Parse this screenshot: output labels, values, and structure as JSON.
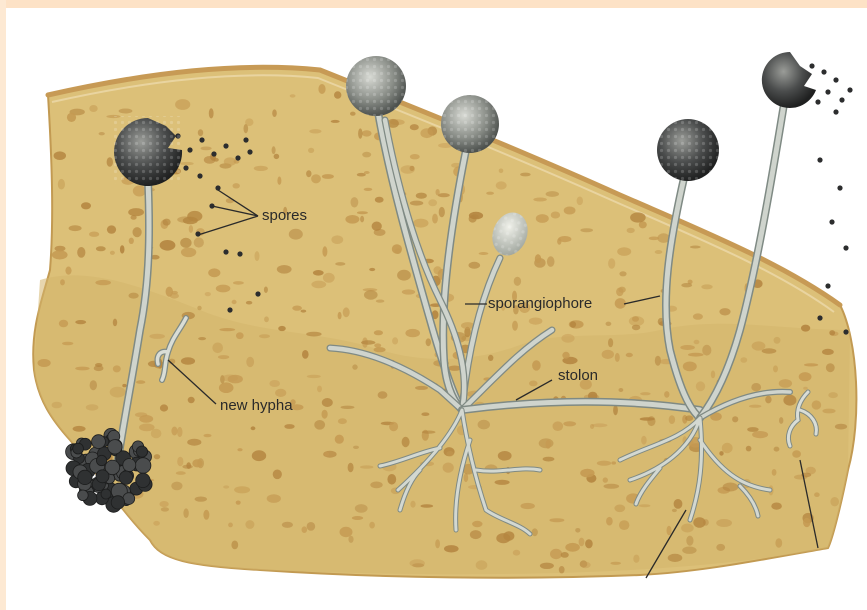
{
  "labels": {
    "spores": "spores",
    "new_hypha": "new hypha",
    "sporangiophore": "sporangiophore",
    "stolon": "stolon"
  },
  "colors": {
    "bread": "#dcc078",
    "bread_light": "#e8d196",
    "crust": "#cfa95e",
    "pore": "#b88a45",
    "hypha": "#c7cdc7",
    "hypha_edge": "#7f8a84",
    "sporangium": "#3f4244",
    "spore": "#2c2d2e"
  }
}
